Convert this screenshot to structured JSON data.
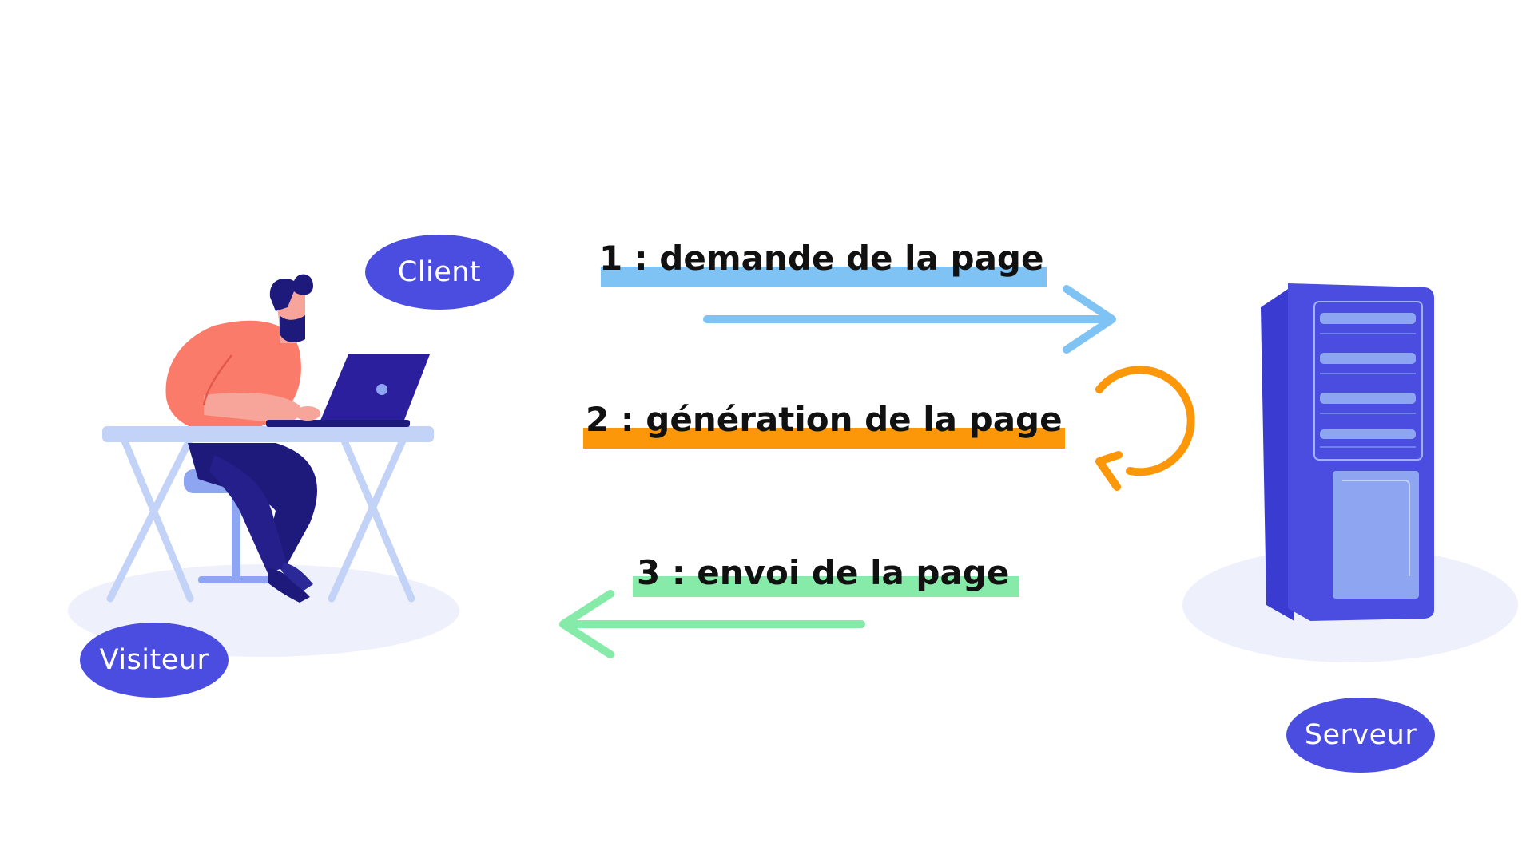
{
  "labels": {
    "client": "Client",
    "visitor": "Visiteur",
    "server": "Serveur"
  },
  "steps": [
    {
      "text": "1 : demande de la page",
      "color": "#7ec3f3"
    },
    {
      "text": "2 : génération de la page",
      "color": "#fb9708"
    },
    {
      "text": "3 : envoi de la page",
      "color": "#86eaa8"
    }
  ],
  "colors": {
    "badge": "#4b4de0",
    "request_arrow": "#7ec3f3",
    "generation_arrow": "#fb9708",
    "response_arrow": "#86eaa8",
    "server": "#4b4de0",
    "floor": "#eef1fb"
  }
}
